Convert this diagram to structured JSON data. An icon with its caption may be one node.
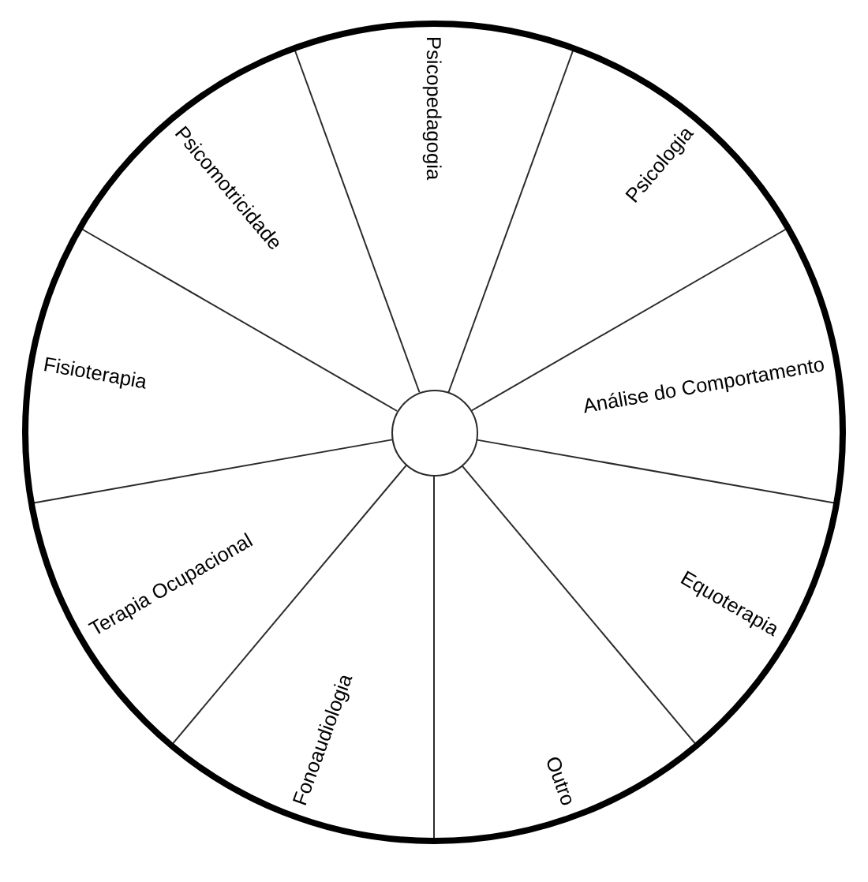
{
  "diagram": {
    "nodes": [
      {
        "text": [
          "Psicopedagogia"
        ]
      },
      {
        "text": [
          "Psicologia"
        ]
      },
      {
        "text": [
          "Análise do Comportamento"
        ]
      },
      {
        "text": [
          "Equoterapia"
        ]
      },
      {
        "text": [
          "Outro"
        ]
      },
      {
        "text": [
          "Fonoaudiologia"
        ]
      },
      {
        "text": [
          "Terapia Ocupacional"
        ]
      },
      {
        "text": [
          "Fisioterapia"
        ]
      },
      {
        "text": [
          "Psicomotricidade"
        ]
      },
      {
        "text": [],
        "shape": "circle"
      }
    ]
  }
}
